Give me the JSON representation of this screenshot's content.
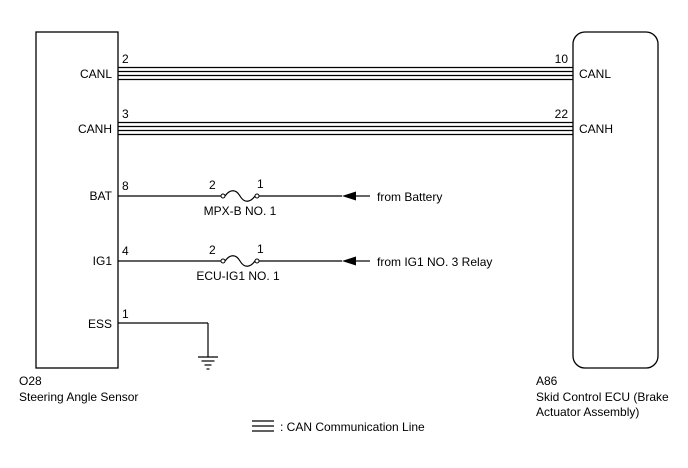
{
  "left_component": {
    "id": "O28",
    "name": "Steering Angle Sensor",
    "pins": [
      {
        "label": "CANL",
        "number": "2"
      },
      {
        "label": "CANH",
        "number": "3"
      },
      {
        "label": "BAT",
        "number": "8"
      },
      {
        "label": "IG1",
        "number": "4"
      },
      {
        "label": "ESS",
        "number": "1"
      }
    ]
  },
  "right_component": {
    "id": "A86",
    "name_line1": "Skid Control ECU (Brake",
    "name_line2": "Actuator Assembly)",
    "pins": [
      {
        "label": "CANL",
        "number": "10"
      },
      {
        "label": "CANH",
        "number": "22"
      }
    ]
  },
  "fuses": [
    {
      "name": "MPX-B NO. 1",
      "pin_left": "2",
      "pin_right": "1",
      "source": "from Battery"
    },
    {
      "name": "ECU-IG1 NO. 1",
      "pin_left": "2",
      "pin_right": "1",
      "source": "from IG1 NO. 3 Relay"
    }
  ],
  "legend": {
    "text": ": CAN Communication Line"
  }
}
